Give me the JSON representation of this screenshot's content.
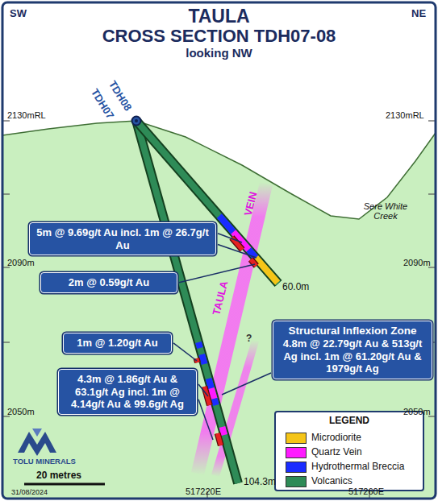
{
  "diagram": {
    "title": "TAULA",
    "nodes": [
      {
        "text": [
          "5m @ 9.69g/t Au incl. 1m @ 26.7g/t Au"
        ]
      },
      {
        "text": [
          "2m @ 0.59g/t Au"
        ]
      },
      {
        "text": [
          "1m @ 1.20g/t Au"
        ]
      },
      {
        "text": [
          "4.3m @ 1.86g/t Au & 63.1g/t Ag incl. 1m @ 4.14g/t Au & 99.6g/t Ag"
        ]
      },
      {
        "text": [
          "Structural Inflexion Zone",
          "4.8m @ 22.79g/t Au & 513g/t Ag incl. 1m @ 61.20g/t Au & 1979g/t Ag"
        ]
      }
    ],
    "labels": [
      "CROSS SECTION TDH07-08",
      "looking NW",
      "SW",
      "NE",
      "TDH08",
      "TDH07",
      "2130mRL",
      "2130mRL",
      "2090m",
      "2090m",
      "2050m",
      "2050m",
      "Sere White Creek",
      "VEIN",
      "TAULA",
      "?",
      "60.0m",
      "104.3m",
      "517220E",
      "517260E",
      "LEGEND",
      "TOLU MINERALS",
      "20 metres",
      "31/08/2024"
    ],
    "legend": [
      {
        "text": "Microdiorite",
        "color": "#f5c518"
      },
      {
        "text": "Quartz Vein",
        "color": "#ff1aff"
      },
      {
        "text": "Hydrothermal Breccia",
        "color": "#1a2cff"
      },
      {
        "text": "Volcanics",
        "color": "#2e8b57"
      }
    ]
  }
}
